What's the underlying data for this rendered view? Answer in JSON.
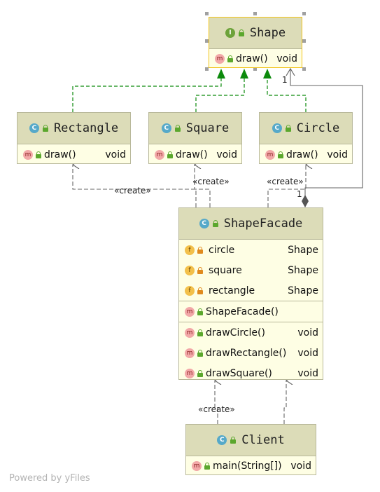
{
  "interface_shape": {
    "title": "Shape",
    "kind": "I",
    "method": {
      "icon": "m",
      "name": "draw()",
      "type": "void"
    }
  },
  "rectangle": {
    "title": "Rectangle",
    "kind": "C",
    "method": {
      "icon": "m",
      "name": "draw()",
      "type": "void"
    }
  },
  "square": {
    "title": "Square",
    "kind": "C",
    "method": {
      "icon": "m",
      "name": "draw()",
      "type": "void"
    }
  },
  "circle": {
    "title": "Circle",
    "kind": "C",
    "method": {
      "icon": "m",
      "name": "draw()",
      "type": "void"
    }
  },
  "facade": {
    "title": "ShapeFacade",
    "kind": "C",
    "fields": [
      {
        "icon": "f",
        "name": "circle",
        "type": "Shape"
      },
      {
        "icon": "f",
        "name": "square",
        "type": "Shape"
      },
      {
        "icon": "f",
        "name": "rectangle",
        "type": "Shape"
      }
    ],
    "constructor": {
      "icon": "m",
      "name": "ShapeFacade()",
      "type": ""
    },
    "methods": [
      {
        "icon": "m",
        "name": "drawCircle()",
        "type": "void"
      },
      {
        "icon": "m",
        "name": "drawRectangle()",
        "type": "void"
      },
      {
        "icon": "m",
        "name": "drawSquare()",
        "type": "void"
      }
    ]
  },
  "client": {
    "title": "Client",
    "kind": "C",
    "method": {
      "icon": "m",
      "name": "main(String[])",
      "type": "void"
    }
  },
  "labels": {
    "create_rectangle": "«create»",
    "create_square": "«create»",
    "create_circle": "«create»",
    "create_client": "«create»",
    "mult_shape": "1",
    "mult_facade": "1"
  },
  "credit": "Powered by yFiles",
  "colors": {
    "header": "#dcdcb8",
    "body": "#fefee4",
    "border": "#b8b89a",
    "selected": "#f2c318",
    "realization_arrow": "#0c8a0c",
    "dependency_line": "#666666"
  }
}
